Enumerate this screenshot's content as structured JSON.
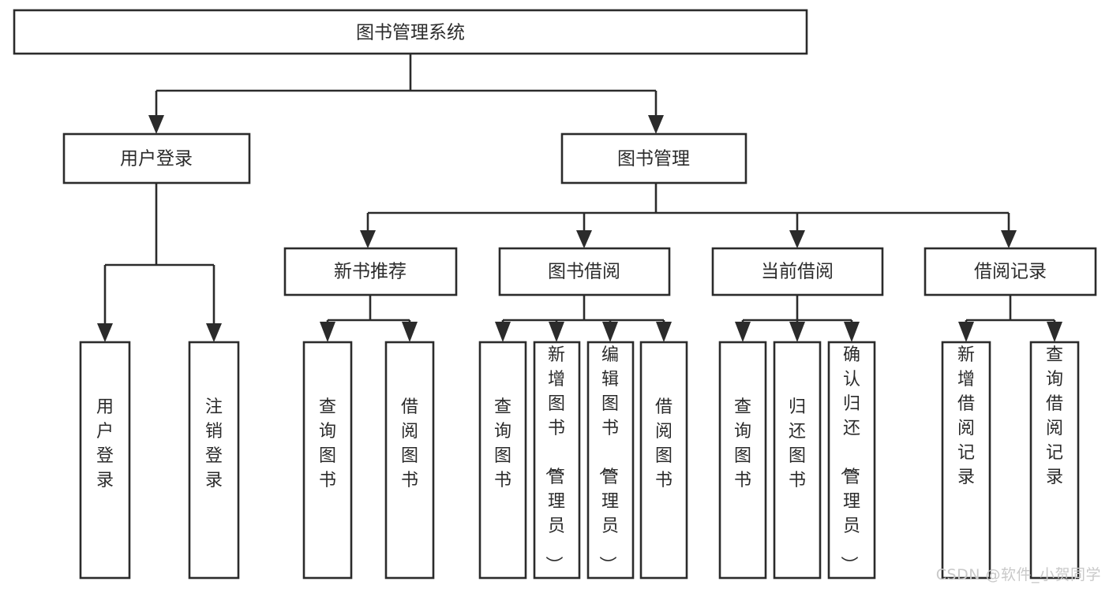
{
  "diagram": {
    "type": "hierarchical-tree",
    "title": "图书管理系统",
    "orientation": "top-down",
    "colors": {
      "box_stroke": "#2b2b2b",
      "box_fill": "#ffffff",
      "text": "#2b2b2b",
      "connector": "#2b2b2b",
      "background": "#ffffff",
      "watermark": "#c9c9c9"
    },
    "root": {
      "label": "图书管理系统"
    },
    "level2": [
      {
        "label": "用户登录"
      },
      {
        "label": "图书管理"
      }
    ],
    "level3": [
      {
        "label": "新书推荐"
      },
      {
        "label": "图书借阅"
      },
      {
        "label": "当前借阅"
      },
      {
        "label": "借阅记录"
      }
    ],
    "leaves": {
      "user_login": [
        {
          "label": "用户登录"
        },
        {
          "label": "注销登录"
        }
      ],
      "new_book_recommend": [
        {
          "label": "查询图书"
        },
        {
          "label": "借阅图书"
        }
      ],
      "book_borrow": [
        {
          "label": "查询图书"
        },
        {
          "label": "新增图书（管理员）"
        },
        {
          "label": "编辑图书（管理员）"
        },
        {
          "label": "借阅图书"
        }
      ],
      "current_borrow": [
        {
          "label": "查询图书"
        },
        {
          "label": "归还图书"
        },
        {
          "label": "确认归还（管理员）"
        }
      ],
      "borrow_record": [
        {
          "label": "新增借阅记录"
        },
        {
          "label": "查询借阅记录"
        }
      ]
    }
  },
  "watermark": {
    "text": "CSDN @软件_小贺同学"
  }
}
